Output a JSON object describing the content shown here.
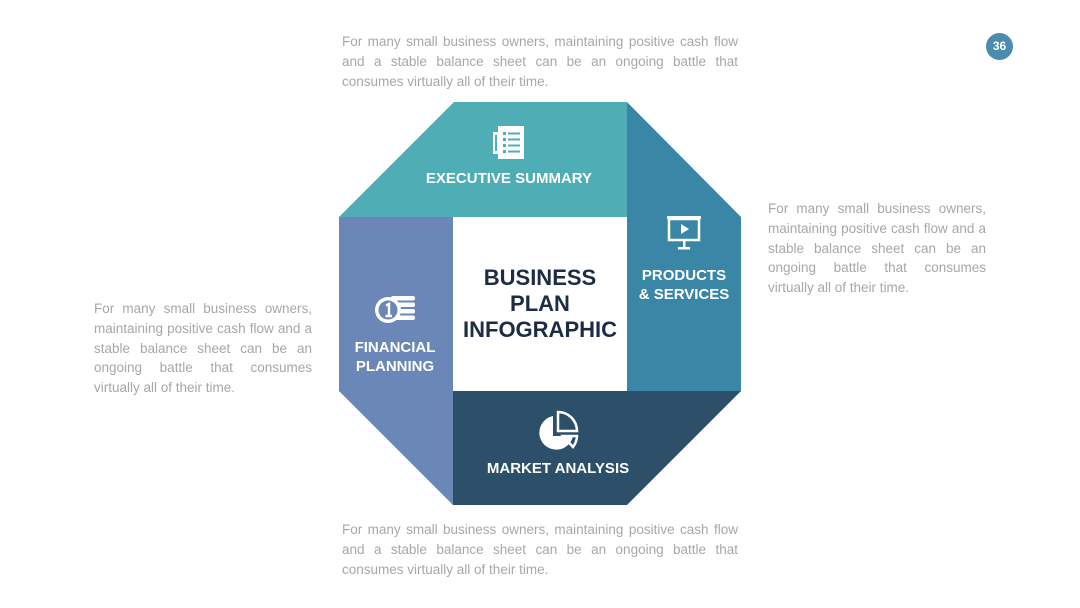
{
  "page_number": "36",
  "descriptions": {
    "top": "For many small business owners, maintaining positive cash flow and a stable balance sheet can be an ongoing battle that consumes virtually all of their time.",
    "right": "For many small business owners, maintaining positive cash flow and a stable balance sheet can be an ongoing battle that consumes virtually all of their time.",
    "left": "For many small business owners, maintaining positive cash flow and a stable balance sheet can be an ongoing battle that consumes virtually all of their time.",
    "bottom": "For many small business owners, maintaining positive cash flow and a stable balance sheet can be an ongoing battle that consumes virtually all of their time."
  },
  "center": {
    "line1": "BUSINESS",
    "line2": "PLAN",
    "line3": "INFOGRAPHIC"
  },
  "segments": {
    "executive_summary": {
      "label": "EXECUTIVE SUMMARY",
      "icon": "document-icon",
      "color": "#4fadb5"
    },
    "products_services": {
      "line1": "PRODUCTS",
      "line2": "& SERVICES",
      "icon": "presentation-board-icon",
      "color": "#3a86a6"
    },
    "financial_planning": {
      "line1": "FINANCIAL",
      "line2": "PLANNING",
      "icon": "coins-icon",
      "color": "#6a87b7"
    },
    "market_analysis": {
      "label": "MARKET ANALYSIS",
      "icon": "pie-chart-icon",
      "color": "#2c506a"
    }
  },
  "colors": {
    "center_fill": "#ffffff",
    "center_text": "#1c2c44",
    "description_text": "#a7a7a7",
    "badge": "#4a8cb0"
  }
}
